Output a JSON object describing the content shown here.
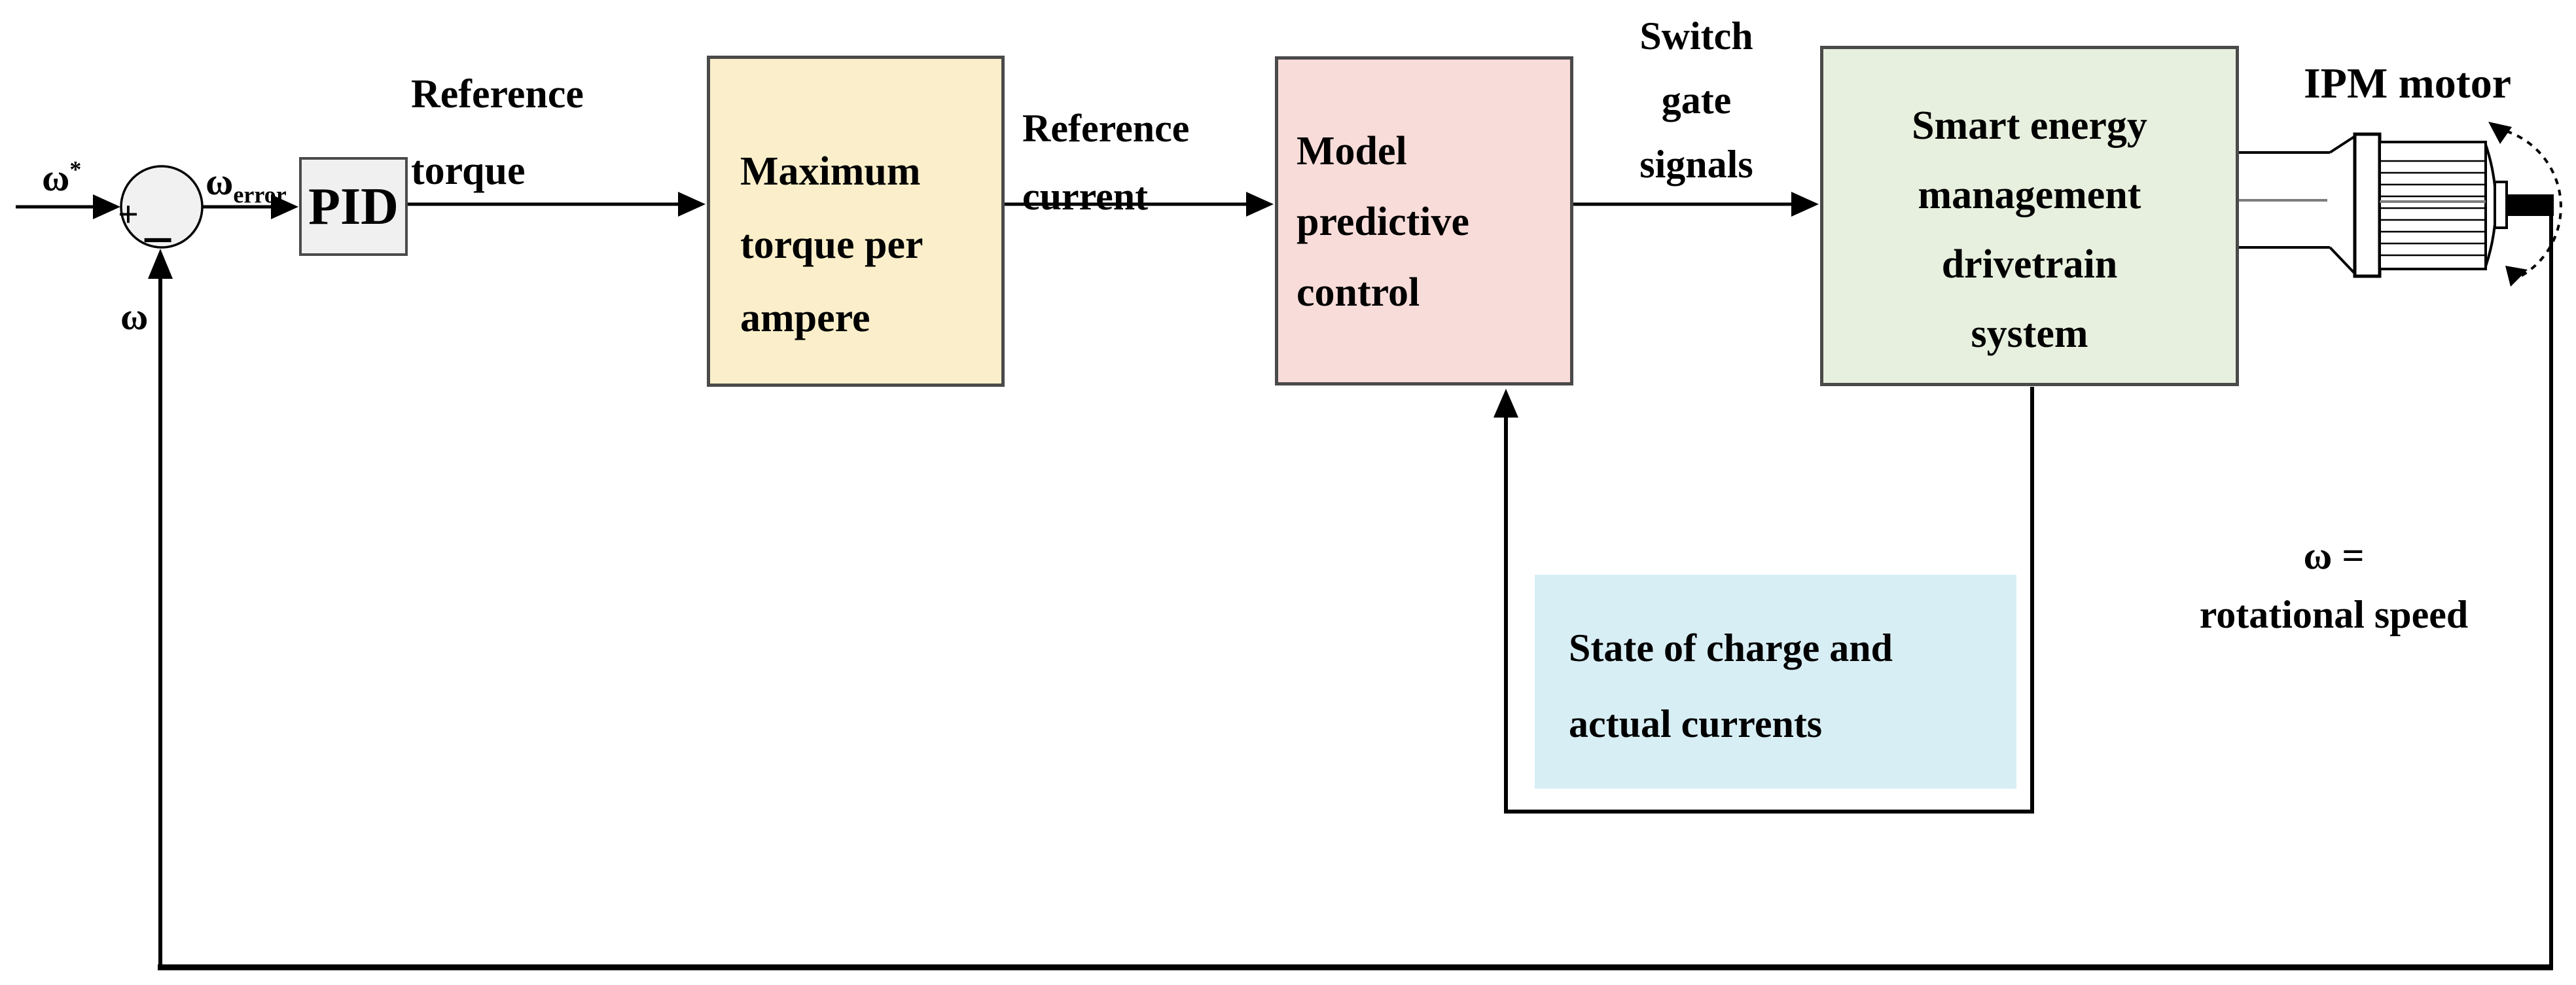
{
  "figure": {
    "type": "control-block-diagram",
    "colors": {
      "mtpa_fill": "#faefca",
      "mpc_fill": "#f8dcd9",
      "sems_fill": "#e7f0de",
      "soc_fill": "#d8eef5",
      "pid_fill": "#f0f0f0",
      "junction_fill": "#f1f1f1",
      "box_border": "#4a4a4a",
      "line": "#000000",
      "shaft_centerline": "#7d7d7d"
    },
    "summing_junction": {
      "plus": "+",
      "minus": "−"
    },
    "labels": {
      "omega_ref": {
        "base": "ω",
        "sup": "*"
      },
      "omega_error": {
        "base": "ω",
        "sub": "error"
      },
      "omega_feedback": "ω",
      "reference_torque": {
        "line1": "Reference",
        "line2": "torque"
      },
      "reference_current": {
        "line1": "Reference",
        "line2": "current"
      },
      "switch_gate": {
        "line1": "Switch",
        "line2": "gate",
        "line3": "signals"
      },
      "ipm_motor": "IPM motor",
      "rotational_speed": {
        "line1": "ω =",
        "line2": "rotational speed"
      }
    },
    "blocks": {
      "pid": {
        "label": "PID"
      },
      "mtpa": {
        "line1": "Maximum",
        "line2": "torque per",
        "line3": "ampere"
      },
      "mpc": {
        "line1": "Model",
        "line2": "predictive",
        "line3": "control"
      },
      "sems": {
        "line1": "Smart energy",
        "line2": "management",
        "line3": "drivetrain",
        "line4": "system"
      },
      "soc": {
        "line1": "State of charge and",
        "line2": "actual currents"
      }
    }
  }
}
